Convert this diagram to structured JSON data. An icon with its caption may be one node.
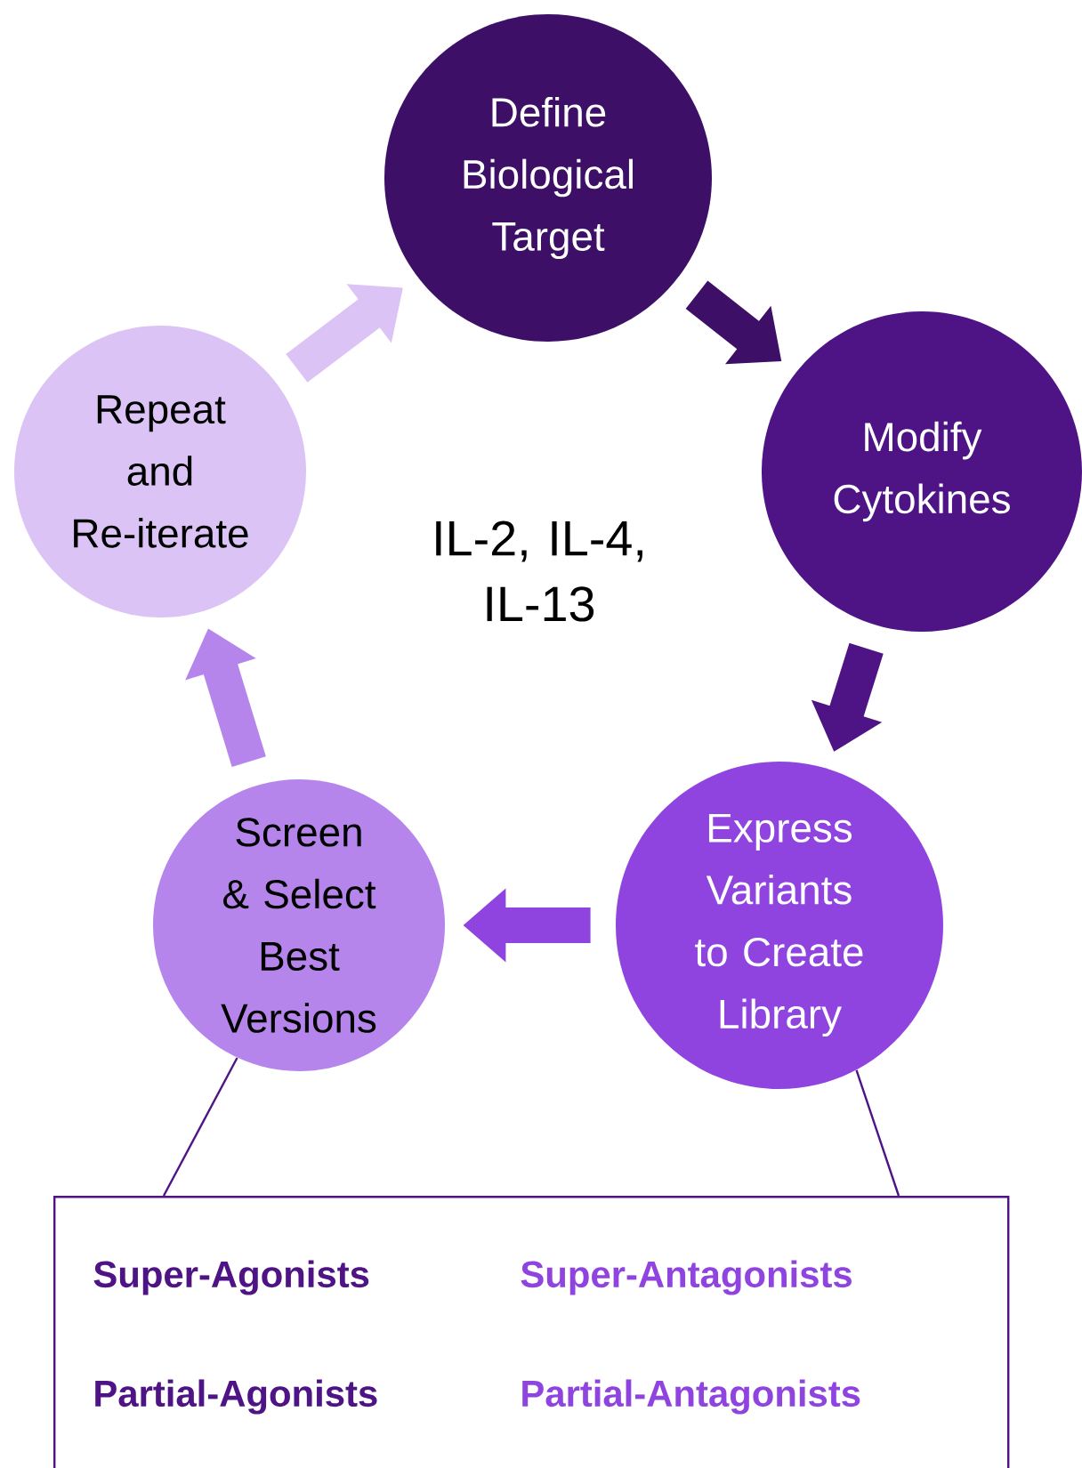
{
  "diagram": {
    "nodes": [
      {
        "text": [
          "Define Biological Target"
        ]
      },
      {
        "text": [
          "Modify Cytokines"
        ]
      },
      {
        "text": [
          "Express Variants to Create Library"
        ]
      },
      {
        "text": [
          "Screen & Select Best Versions"
        ]
      },
      {
        "text": [
          "Repeat and Re-iterate"
        ]
      },
      {
        "text": [
          "Super-Agonists",
          "Super-Antagonists",
          "Partial-Agonists",
          "Partial-Antagonists"
        ]
      }
    ],
    "edges": [
      {
        "from": 0,
        "to": 1,
        "arrow": "to",
        "color": "#3d0f66"
      },
      {
        "from": 1,
        "to": 2,
        "arrow": "to",
        "color": "#4e1486"
      },
      {
        "from": 2,
        "to": 3,
        "arrow": "to",
        "color": "#8f44e0"
      },
      {
        "from": 3,
        "to": 4,
        "arrow": "to",
        "color": "#b585ec"
      },
      {
        "from": 4,
        "to": 0,
        "arrow": "to",
        "color": "#dcc3f5"
      },
      {
        "from": 3,
        "to": 5,
        "arrow": "none",
        "color": "#4e1486"
      },
      {
        "from": 2,
        "to": 5,
        "arrow": "none",
        "color": "#4e1486"
      }
    ],
    "labels": [
      "IL-2, IL-4, IL-13"
    ]
  }
}
